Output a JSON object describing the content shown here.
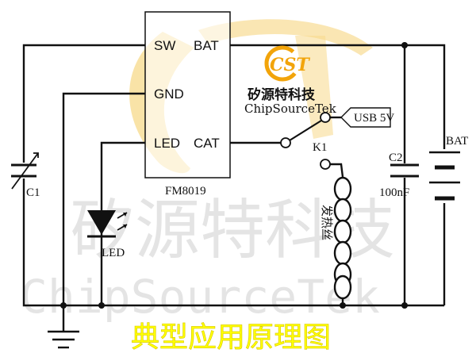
{
  "chip": {
    "name": "FM8019",
    "pins": {
      "sw": "SW",
      "bat": "BAT",
      "gnd": "GND",
      "led": "LED",
      "cat": "CAT"
    }
  },
  "components": {
    "c1": "C1",
    "led": "LED",
    "k1": "K1",
    "usb": "USB 5V",
    "c2": "C2",
    "c2_value": "100nF",
    "battery": "BAT",
    "heater": "发热丝"
  },
  "logo": {
    "title_cn": "矽源特科技",
    "title_en": "ChipSourceTek",
    "letters": "CST"
  },
  "watermark": {
    "cn": "矽源特科技",
    "en": "ChipSourceTek"
  },
  "caption": "典型应用原理图",
  "colors": {
    "wire": "#111111",
    "caption": "#ffff00",
    "logo_orange": "#f2a40a",
    "logo_swoosh": "#f7d98a"
  }
}
